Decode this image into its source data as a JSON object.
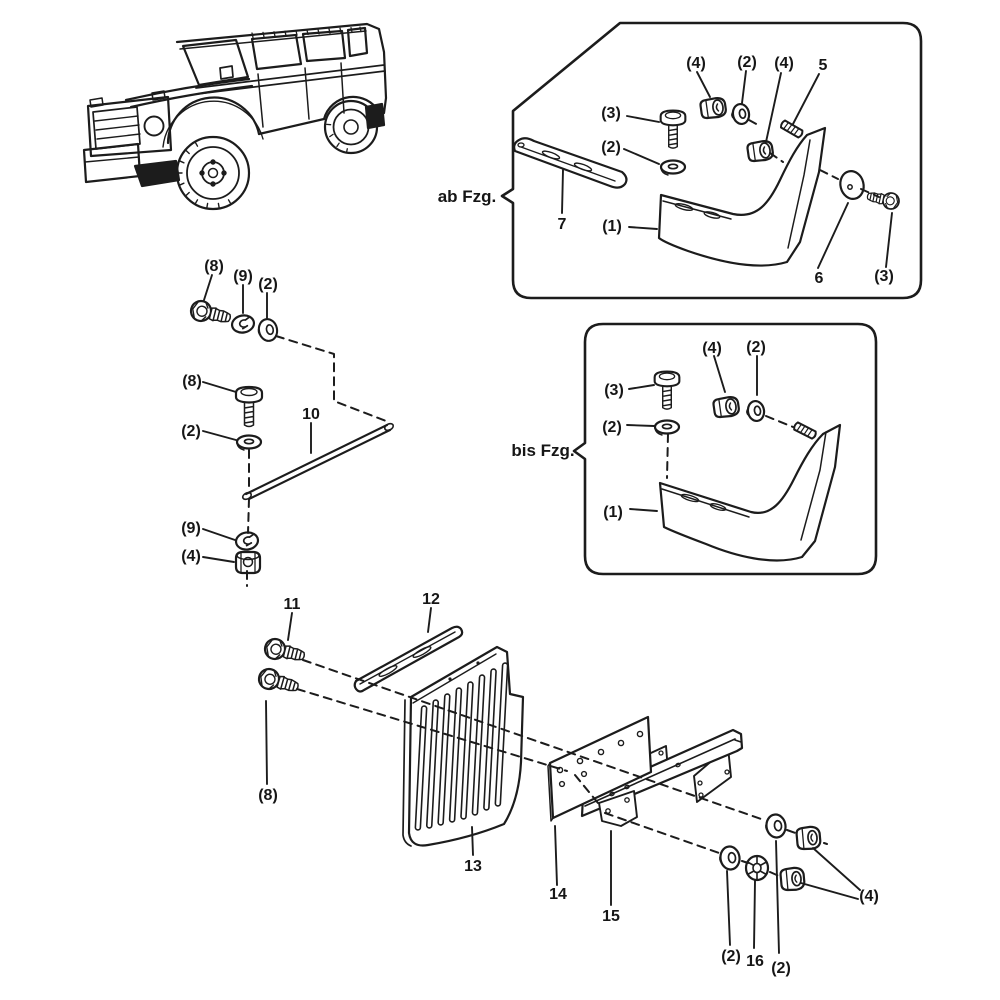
{
  "diagram": {
    "type": "exploded-parts-diagram",
    "ink_color": "#1c1c1c",
    "paper_color": "#ffffff",
    "vehicle": "boxy off-road SUV line drawing with front and rear mud flaps highlighted in black"
  },
  "sections": {
    "ab_fzg": {
      "label": "ab Fzg.",
      "callouts": {
        "bolt_top": "(3)",
        "washer_under_bolt": "(2)",
        "locknut_left": "(4)",
        "washer_mid": "(2)",
        "locknut_right": "(4)",
        "stud": "5",
        "strip": "7",
        "mud_flap": "(1)",
        "disc_washer": "6",
        "bolt_right": "(3)"
      }
    },
    "bis_fzg": {
      "label": "bis Fzg.",
      "callouts": {
        "bolt": "(3)",
        "washer_under_bolt": "(2)",
        "locknut": "(4)",
        "washer_right": "(2)",
        "mud_flap": "(1)"
      }
    },
    "bracket_assembly": {
      "callouts": {
        "bolt_upper": "(8)",
        "spring_washer_upper": "(9)",
        "washer_upper": "(2)",
        "bolt_lower": "(8)",
        "washer_lower": "(2)",
        "rod": "10",
        "spring_washer_lower": "(9)",
        "nut": "(4)"
      }
    },
    "flap_panel_assembly": {
      "callouts": {
        "bolt_11": "11",
        "strip_12": "12",
        "bolt_8": "(8)",
        "slatted_flap": "13",
        "plate_14": "14",
        "rail_15": "15",
        "spacer_left": "(2)",
        "toothed_washer_16": "16",
        "spacer_right": "(2)",
        "nuts": "(4)"
      }
    }
  }
}
